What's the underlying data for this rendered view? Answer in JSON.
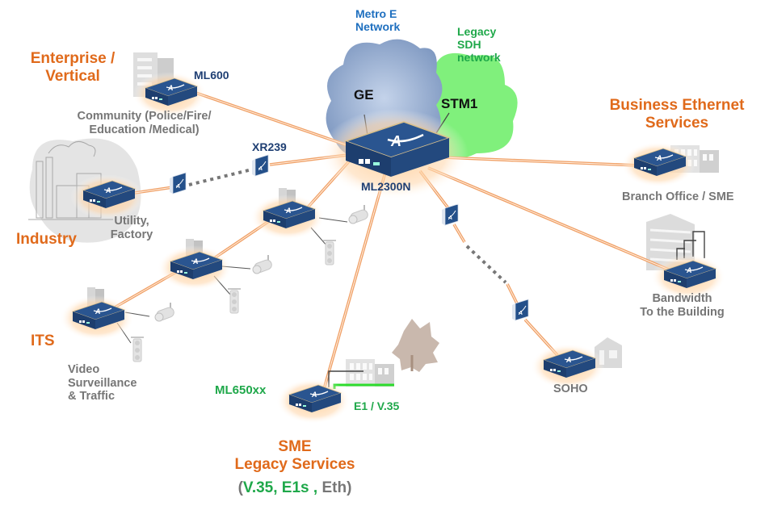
{
  "colors": {
    "category": "#e06a1b",
    "description": "#767676",
    "model": "#1f3f73",
    "metro": "#1e6fbf",
    "legacy": "#1fa84a",
    "link": "#f0a066",
    "device": "#1f4a82",
    "cloud_metro": "#8aa3c8",
    "cloud_sdh": "#7ef07e"
  },
  "clouds": {
    "metro": {
      "title": "Metro E\nNetwork",
      "interface": "GE"
    },
    "sdh": {
      "title": "Legacy\nSDH\nnetwork",
      "interface": "STM1"
    }
  },
  "hub": {
    "model": "ML2300N"
  },
  "segments": {
    "enterprise": {
      "category": "Enterprise /\nVertical",
      "model": "ML600",
      "description": "Community (Police/Fire/\nEducation /Medical)"
    },
    "industry": {
      "category": "Industry",
      "model": "XR239",
      "description": "Utility,\nFactory"
    },
    "its": {
      "category": "ITS",
      "description": "Video\nSurveillance\n& Traffic"
    },
    "sme": {
      "category": "SME\nLegacy Services",
      "model": "ML650xx",
      "interface": "E1 / V.35",
      "services_prefix": "(",
      "services_green": "V.35, E1s",
      "services_sep": " ,",
      "services_gray": " Eth)"
    },
    "business": {
      "category": "Business Ethernet\nServices",
      "description": "Branch Office / SME"
    },
    "building": {
      "description": "Bandwidth\nTo the Building"
    },
    "soho": {
      "description": "SOHO"
    }
  }
}
